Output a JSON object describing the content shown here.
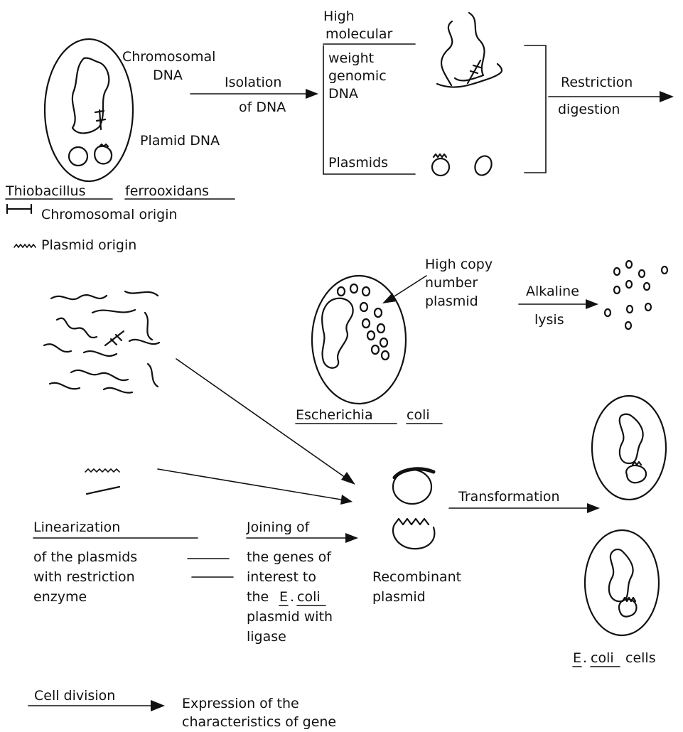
{
  "organisms": {
    "thiobacillus_genus": "Thiobacillus",
    "thiobacillus_species": "ferrooxidans",
    "ecoli_genus": "Escherichia",
    "ecoli_species": "coli"
  },
  "labels": {
    "chromosomal_dna_1": "Chromosomal",
    "chromosomal_dna_2": "DNA",
    "plasmid_dna": "Plamid DNA",
    "isolation_1": "Isolation",
    "isolation_2": "of DNA",
    "hmw_1": "High",
    "hmw_2": "molecular",
    "hmw_3": "weight",
    "hmw_4": "genomic",
    "hmw_5": "DNA",
    "plasmids": "Plasmids",
    "restriction_1": "Restriction",
    "restriction_2": "digestion",
    "high_copy_1": "High copy",
    "high_copy_2": "number",
    "high_copy_3": "plasmid",
    "alkaline_1": "Alkaline",
    "alkaline_2": "lysis",
    "linearization_1": "Linearization",
    "linearization_2": "of the plasmids",
    "linearization_3": "with restriction",
    "linearization_4": "enzyme",
    "joining_1": "Joining of",
    "joining_2": "the genes of",
    "joining_3": "interest to",
    "joining_4_pre": "the",
    "joining_4_e": "E",
    "joining_4_dot": ".",
    "joining_4_coli": "coli",
    "joining_5": "plasmid with",
    "joining_6": "ligase",
    "recombinant_1": "Recombinant",
    "recombinant_2": "plasmid",
    "transformation": "Transformation",
    "ecoli_cells_e": "E",
    "ecoli_cells_dot": ".",
    "ecoli_cells_coli": "coli",
    "ecoli_cells_rest": "cells",
    "cell_division": "Cell division",
    "expression_1": "Expression of the",
    "expression_2": "characteristics of gene"
  },
  "legend": {
    "chromosomal_origin": "Chromosomal origin",
    "plasmid_origin": "Plasmid origin"
  }
}
